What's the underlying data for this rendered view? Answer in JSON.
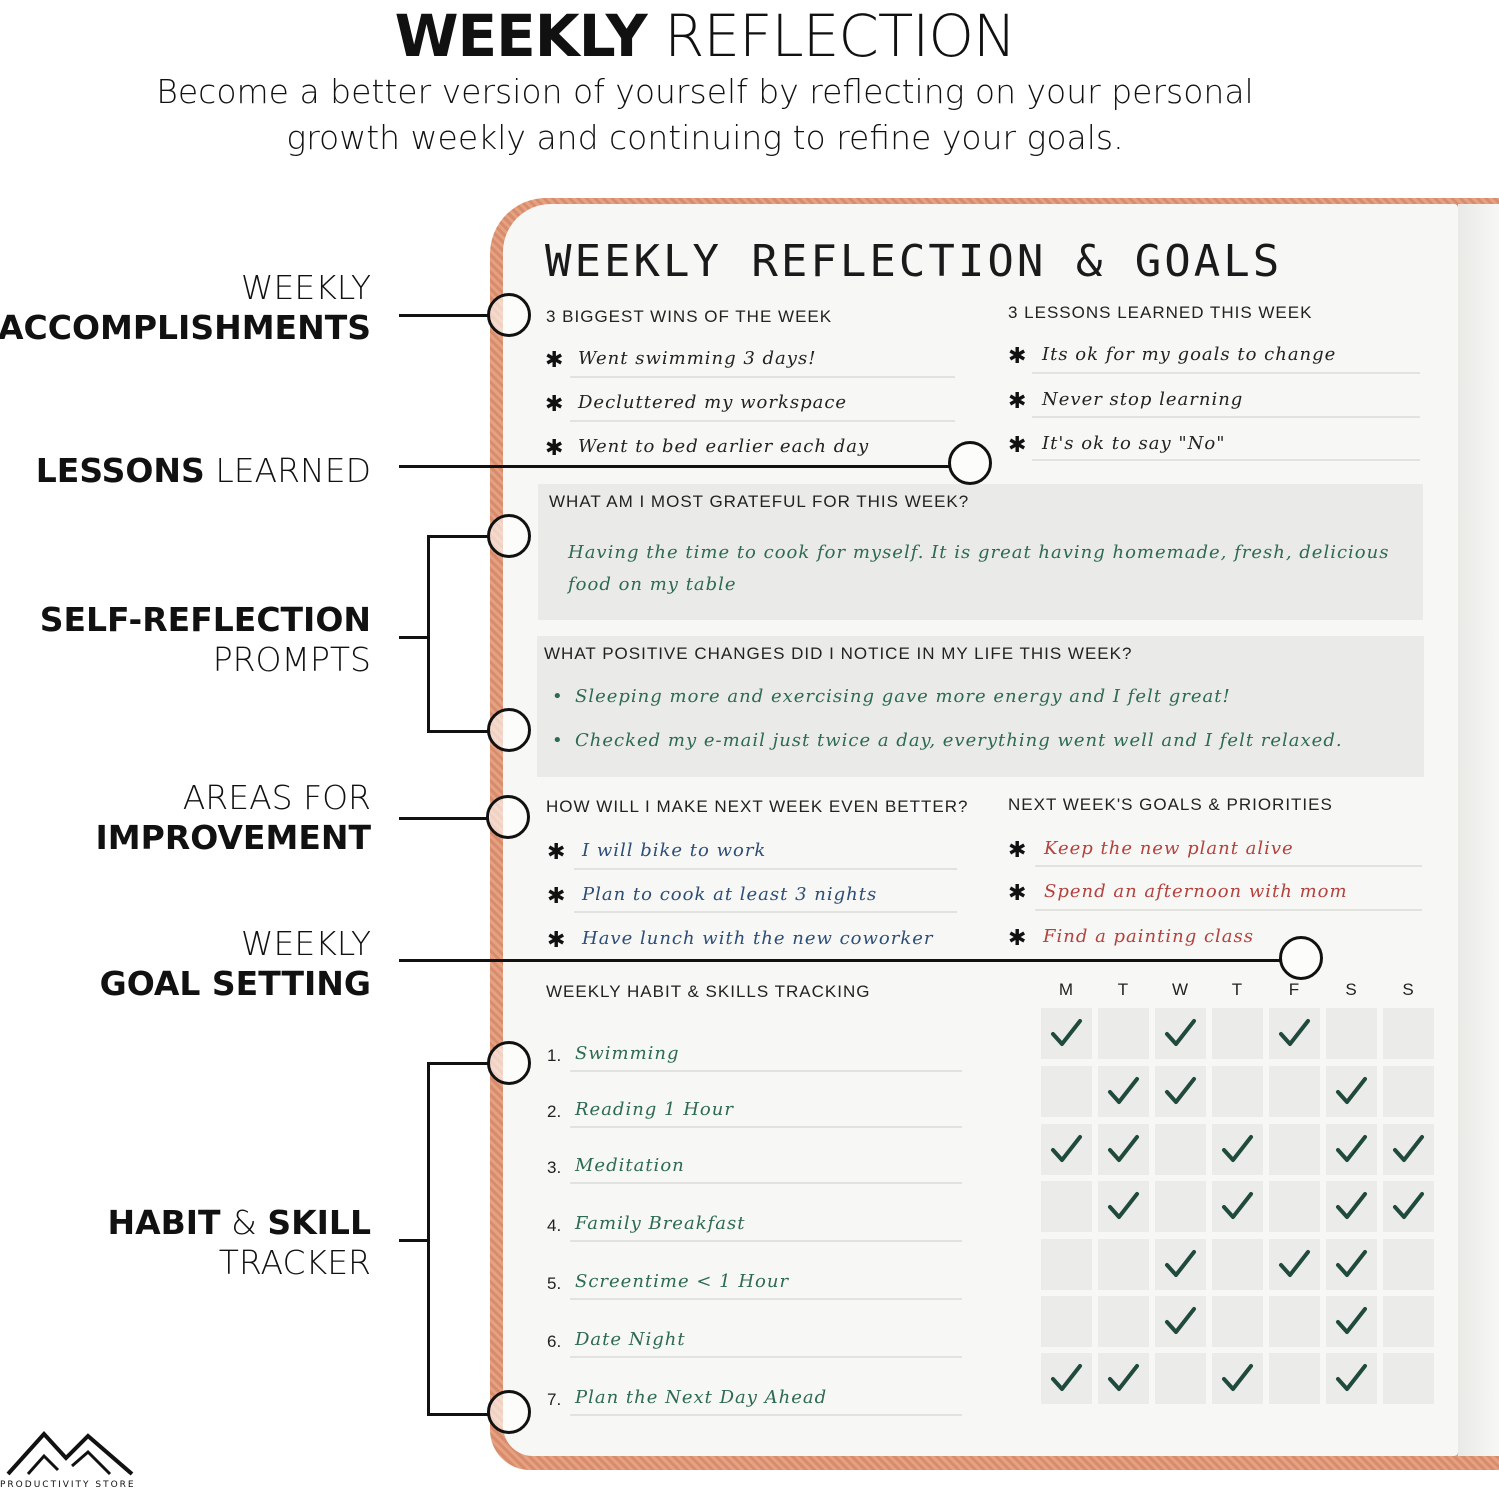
{
  "header": {
    "title_bold": "WEEKLY",
    "title_light": "REFLECTION",
    "subtitle_line1": "Become a better version of yourself by reflecting on your personal",
    "subtitle_line2": "growth weekly and continuing to refine your goals."
  },
  "callouts": {
    "accomplishments": {
      "thin": "WEEKLY",
      "bold": "ACCOMPLISHMENTS"
    },
    "lessons": {
      "bold": "LESSONS",
      "thin": "LEARNED"
    },
    "self_reflection": {
      "bold": "SELF-REFLECTION",
      "thin": "PROMPTS"
    },
    "improvement": {
      "thin": "AREAS FOR",
      "bold": "IMPROVEMENT"
    },
    "goal_setting": {
      "thin": "WEEKLY",
      "bold": "GOAL SETTING"
    },
    "tracker": {
      "bold1": "HABIT",
      "amp": "&",
      "bold2": "SKILL",
      "thin": "TRACKER"
    }
  },
  "notebook": {
    "title": "WEEKLY REFLECTION & GOALS",
    "wins": {
      "heading": "3 BIGGEST WINS OF THE WEEK",
      "items": [
        "Went swimming 3 days!",
        "Decluttered my workspace",
        "Went to bed earlier each day"
      ]
    },
    "lessons": {
      "heading": "3 LESSONS LEARNED THIS WEEK",
      "items": [
        "Its ok for my goals to change",
        "Never stop learning",
        "It's ok to say \"No\""
      ]
    },
    "grateful": {
      "heading": "WHAT AM I MOST GRATEFUL FOR THIS WEEK?",
      "line1": "Having the time to cook for myself. It is great having homemade, fresh, delicious",
      "line2": "food on my table"
    },
    "changes": {
      "heading": "WHAT POSITIVE CHANGES DID I NOTICE IN MY LIFE THIS WEEK?",
      "items": [
        "Sleeping more and exercising gave more energy and I felt great!",
        "Checked my e-mail just twice a day, everything went well and I felt relaxed."
      ]
    },
    "better": {
      "heading": "HOW WILL I MAKE NEXT WEEK EVEN BETTER?",
      "items": [
        "I will bike to work",
        "Plan to cook at least 3 nights",
        "Have lunch with the new coworker"
      ]
    },
    "goals": {
      "heading": "NEXT WEEK'S GOALS & PRIORITIES",
      "items": [
        "Keep the new plant alive",
        "Spend an afternoon with mom",
        "Find a painting class"
      ]
    },
    "tracking": {
      "heading": "WEEKLY HABIT & SKILLS TRACKING",
      "days": [
        "M",
        "T",
        "W",
        "T",
        "F",
        "S",
        "S"
      ],
      "habits": [
        {
          "num": "1.",
          "name": "Swimming",
          "done": [
            1,
            0,
            1,
            0,
            1,
            0,
            0
          ]
        },
        {
          "num": "2.",
          "name": "Reading 1 Hour",
          "done": [
            0,
            1,
            1,
            0,
            0,
            1,
            0
          ]
        },
        {
          "num": "3.",
          "name": "Meditation",
          "done": [
            1,
            1,
            0,
            1,
            0,
            1,
            1
          ]
        },
        {
          "num": "4.",
          "name": "Family Breakfast",
          "done": [
            0,
            1,
            0,
            1,
            0,
            1,
            1
          ]
        },
        {
          "num": "5.",
          "name": "Screentime < 1 Hour",
          "done": [
            0,
            0,
            1,
            0,
            1,
            1,
            0
          ]
        },
        {
          "num": "6.",
          "name": "Date Night",
          "done": [
            0,
            0,
            1,
            0,
            0,
            1,
            0
          ]
        },
        {
          "num": "7.",
          "name": "Plan the Next Day Ahead",
          "done": [
            1,
            1,
            0,
            1,
            0,
            1,
            0
          ]
        }
      ]
    }
  },
  "logo": {
    "text": "PRODUCTIVITY STORE",
    "icon": "mountain-logo-icon"
  },
  "colors": {
    "handwriting_green": "#2d6a52",
    "handwriting_blue": "#2c4d77",
    "handwriting_red": "#b3413d",
    "cover": "#d98c6c"
  }
}
